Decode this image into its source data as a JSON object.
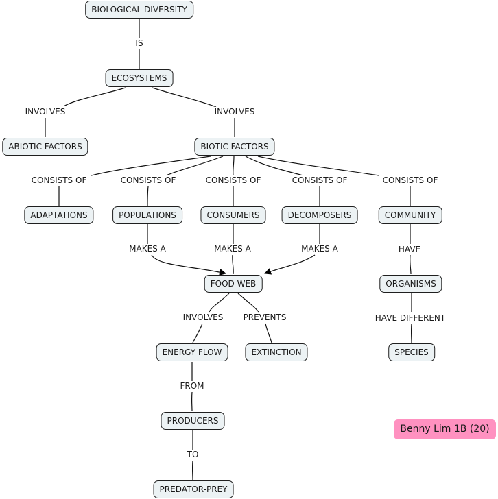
{
  "title": "BIOLOGICAL DIVERSITY",
  "concepts": {
    "biological_diversity": "BIOLOGICAL DIVERSITY",
    "ecosystems": "ECOSYSTEMS",
    "abiotic_factors": "ABIOTIC FACTORS",
    "biotic_factors": "BIOTIC FACTORS",
    "adaptations": "ADAPTATIONS",
    "populations": "POPULATIONS",
    "consumers": "CONSUMERS",
    "decomposers": "DECOMPOSERS",
    "community": "COMMUNITY",
    "food_web": "FOOD WEB",
    "organisms": "ORGANISMS",
    "energy_flow": "ENERGY FLOW",
    "extinction": "EXTINCTION",
    "species": "SPECIES",
    "producers": "PRODUCERS",
    "predator_prey": "PREDATOR-PREY"
  },
  "links": {
    "is": "IS",
    "involves_abiotic": "INVOLVES",
    "involves_biotic": "INVOLVES",
    "consists_adaptations": "CONSISTS OF",
    "consists_populations": "CONSISTS OF",
    "consists_consumers": "CONSISTS OF",
    "consists_decomposers": "CONSISTS OF",
    "consists_community": "CONSISTS OF",
    "makes_populations": "MAKES A",
    "makes_consumers": "MAKES A",
    "makes_decomposers": "MAKES A",
    "have": "HAVE",
    "involves_energy": "INVOLVES",
    "prevents": "PREVENTS",
    "have_different": "HAVE DIFFERENT",
    "from": "FROM",
    "to": "TO"
  },
  "author_badge": "Benny Lim 1B (20)",
  "colors": {
    "node_fill": "#ecf2f4",
    "node_border": "#1f1f1f",
    "badge_fill": "#ff91c0"
  }
}
